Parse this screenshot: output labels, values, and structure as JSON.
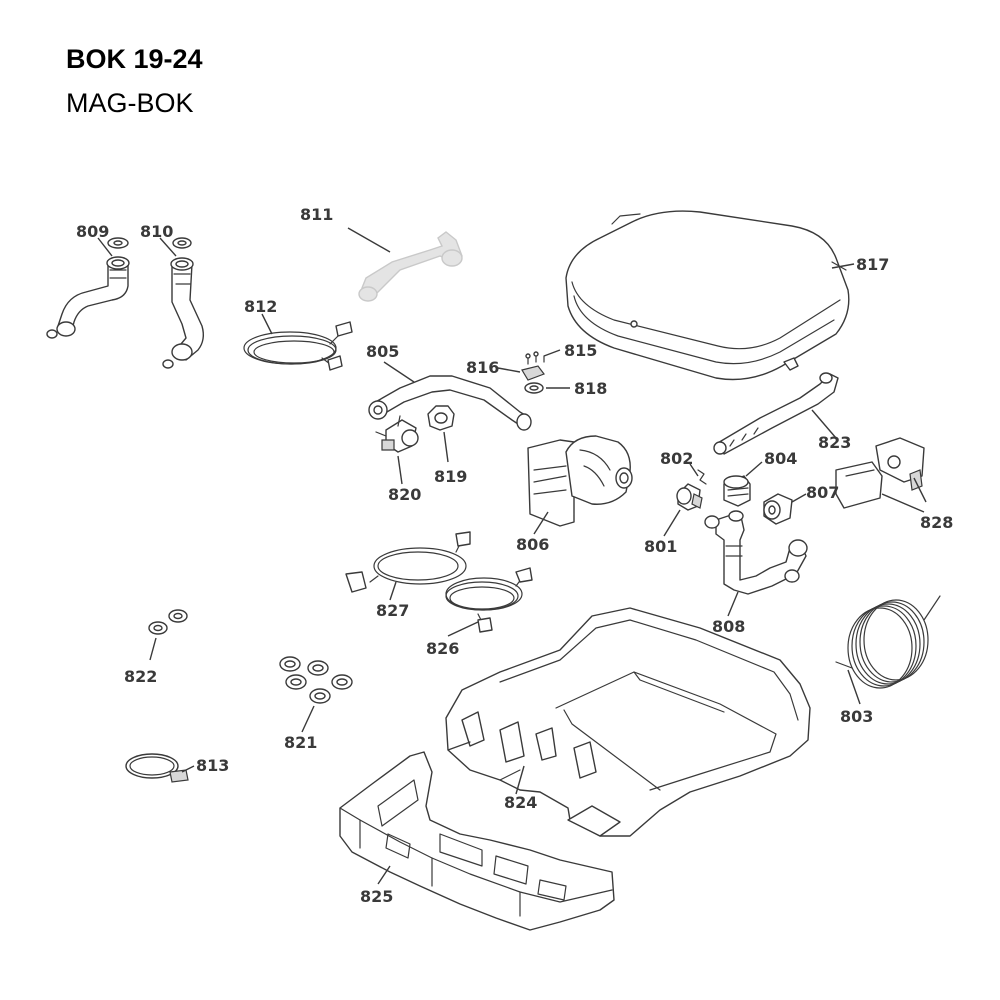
{
  "header": {
    "title": "BOK 19-24",
    "subtitle": "MAG-BOK"
  },
  "parts": [
    {
      "id": "p809",
      "label": "809"
    },
    {
      "id": "p810",
      "label": "810"
    },
    {
      "id": "p811",
      "label": "811"
    },
    {
      "id": "p812",
      "label": "812"
    },
    {
      "id": "p805",
      "label": "805"
    },
    {
      "id": "p816",
      "label": "816"
    },
    {
      "id": "p815",
      "label": "815"
    },
    {
      "id": "p818",
      "label": "818"
    },
    {
      "id": "p817",
      "label": "817"
    },
    {
      "id": "p819",
      "label": "819"
    },
    {
      "id": "p820",
      "label": "820"
    },
    {
      "id": "p806",
      "label": "806"
    },
    {
      "id": "p802",
      "label": "802"
    },
    {
      "id": "p804",
      "label": "804"
    },
    {
      "id": "p801",
      "label": "801"
    },
    {
      "id": "p807",
      "label": "807"
    },
    {
      "id": "p823",
      "label": "823"
    },
    {
      "id": "p828",
      "label": "828"
    },
    {
      "id": "p808",
      "label": "808"
    },
    {
      "id": "p827",
      "label": "827"
    },
    {
      "id": "p826",
      "label": "826"
    },
    {
      "id": "p822",
      "label": "822"
    },
    {
      "id": "p821",
      "label": "821"
    },
    {
      "id": "p813",
      "label": "813"
    },
    {
      "id": "p803",
      "label": "803"
    },
    {
      "id": "p824",
      "label": "824"
    },
    {
      "id": "p825",
      "label": "825"
    }
  ]
}
